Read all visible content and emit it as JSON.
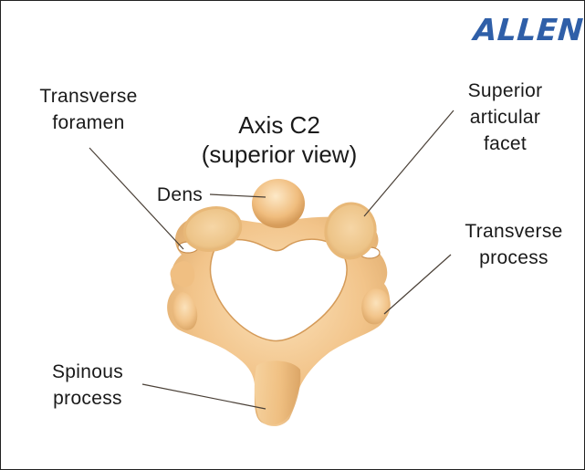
{
  "logo": {
    "text": "ALLEN",
    "color": "#2f5fa8"
  },
  "title": "Axis C2\n(superior view)",
  "labels": {
    "transverse_foramen": "Transverse\nforamen",
    "superior_articular_facet": "Superior\narticular\nfacet",
    "dens": "Dens",
    "transverse_process": "Transverse\nprocess",
    "spinous_process": "Spinous\nprocess"
  },
  "colors": {
    "bone": "#f3c98e",
    "bone_shadow": "#d9a464",
    "bone_highlight": "#fbe3bd"
  }
}
